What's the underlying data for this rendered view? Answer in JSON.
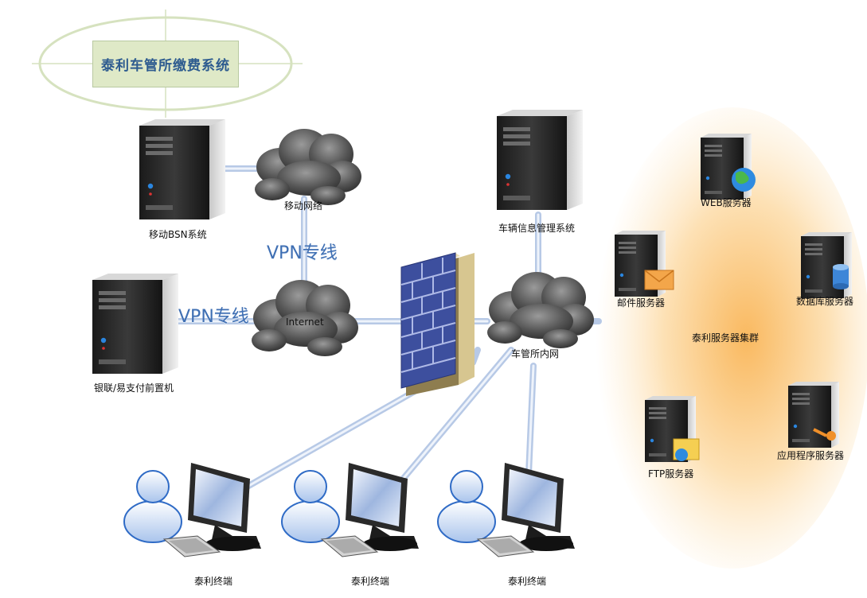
{
  "title": "泰利车管所缴费系统",
  "vpn_labels": [
    "VPN专线",
    "VPN专线"
  ],
  "clouds": {
    "mobile": "移动网络",
    "internet": "Internet",
    "intranet": "车管所内网"
  },
  "servers": {
    "mobile_bsn": "移动BSN系统",
    "unionpay": "银联/易支付前置机",
    "vehicle_info": "车辆信息管理系统"
  },
  "cluster": {
    "name": "泰利服务器集群",
    "web": "WEB服务器",
    "mail": "邮件服务器",
    "db": "数据库服务器",
    "ftp": "FTP服务器",
    "app": "应用程序服务器"
  },
  "terminals": [
    "泰利终端",
    "泰利终端",
    "泰利终端"
  ]
}
